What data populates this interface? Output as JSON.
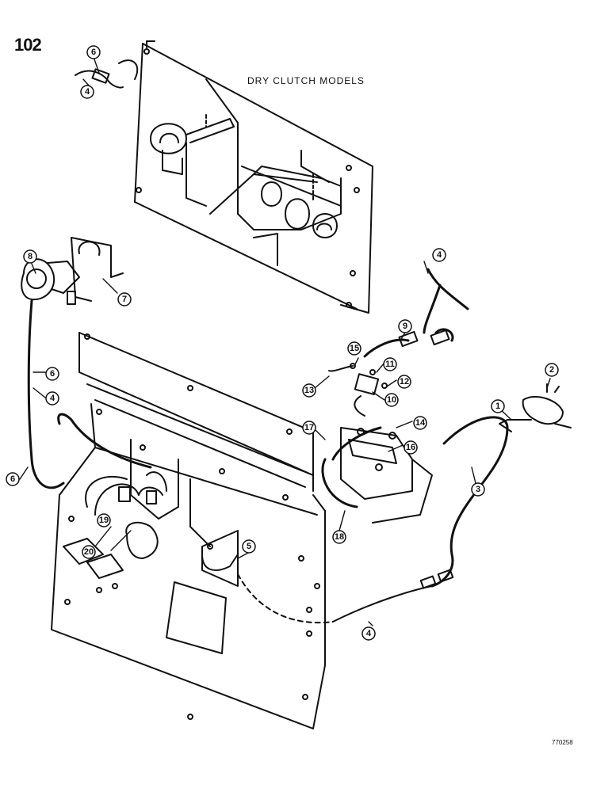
{
  "page_number": "102",
  "caption": "DRY CLUTCH MODELS",
  "document_number": "770258",
  "callouts": [
    {
      "id": "c1",
      "label": "1"
    },
    {
      "id": "c2",
      "label": "2"
    },
    {
      "id": "c3",
      "label": "3"
    },
    {
      "id": "c4a",
      "label": "4"
    },
    {
      "id": "c4b",
      "label": "4"
    },
    {
      "id": "c4c",
      "label": "4"
    },
    {
      "id": "c4d",
      "label": "4"
    },
    {
      "id": "c5",
      "label": "5"
    },
    {
      "id": "c6a",
      "label": "6"
    },
    {
      "id": "c6b",
      "label": "6"
    },
    {
      "id": "c6c",
      "label": "6"
    },
    {
      "id": "c7",
      "label": "7"
    },
    {
      "id": "c8",
      "label": "8"
    },
    {
      "id": "c9",
      "label": "9"
    },
    {
      "id": "c10",
      "label": "10"
    },
    {
      "id": "c11",
      "label": "11"
    },
    {
      "id": "c12",
      "label": "12"
    },
    {
      "id": "c13",
      "label": "13"
    },
    {
      "id": "c14",
      "label": "14"
    },
    {
      "id": "c15",
      "label": "15"
    },
    {
      "id": "c16",
      "label": "16"
    },
    {
      "id": "c17",
      "label": "17"
    },
    {
      "id": "c18",
      "label": "18"
    },
    {
      "id": "c19",
      "label": "19"
    },
    {
      "id": "c20",
      "label": "20"
    }
  ]
}
